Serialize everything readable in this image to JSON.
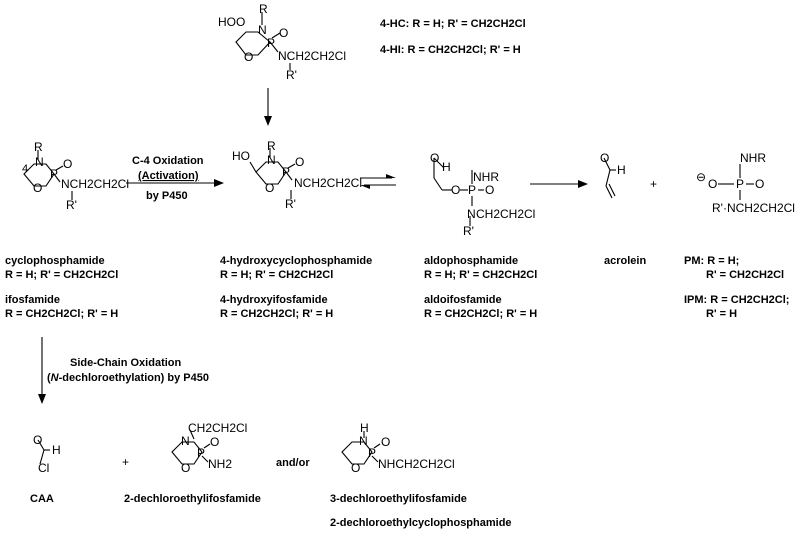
{
  "top_compound": {
    "hydroperoxy": "HOO",
    "n_sub": "R",
    "n_ring": "N",
    "p_ring": "P",
    "p_oxo": "O",
    "o_ring": "O",
    "amine": "NCH2CH2Cl",
    "amine_sub": "R'",
    "legend_4hc": "4-HC:  R = H; R' = CH2CH2Cl",
    "legend_4hi": "4-HI:  R = CH2CH2Cl; R' = H"
  },
  "cyclophosphamide": {
    "ring_n_sub": "R",
    "ring_n": "N",
    "position": "4",
    "p": "P",
    "p_oxo": "O",
    "o_ring": "O",
    "amine": "NCH2CH2Cl",
    "amine_sub": "R'",
    "name1": "cyclophosphamide",
    "sub1": "R = H; R' = CH2CH2Cl",
    "name2": "ifosfamide",
    "sub2": "R = CH2CH2Cl; R' = H"
  },
  "activation_arrow": {
    "line1": "C-4 Oxidation",
    "line2": "(Activation)",
    "line3": "by P450"
  },
  "hydroxy": {
    "ho": "HO",
    "ring_n_sub": "R",
    "ring_n": "N",
    "p": "P",
    "p_oxo": "O",
    "o_ring": "O",
    "amine": "NCH2CH2Cl",
    "amine_sub": "R'",
    "name1": "4-hydroxycyclophosphamide",
    "sub1": "R = H; R' = CH2CH2Cl",
    "name2": "4-hydroxyifosfamide",
    "sub2": "R = CH2CH2Cl; R' = H"
  },
  "aldo": {
    "aldehyde_o": "O",
    "aldehyde_h": "H",
    "nhr": "NHR",
    "ester_o": "O",
    "p": "P",
    "p_oxo": "O",
    "amine": "N",
    "amine_chain": "CH2CH2Cl",
    "amine_sub": "R'",
    "name1": "aldophosphamide",
    "sub1": "R = H; R' = CH2CH2Cl",
    "name2": "aldoifosfamide",
    "sub2": "R = CH2CH2Cl; R' = H"
  },
  "acrolein": {
    "o": "O",
    "h": "H",
    "name": "acrolein"
  },
  "plus1": "+",
  "pm": {
    "charge": "⊖",
    "o_minus": "O",
    "p": "P",
    "p_oxo": "O",
    "nhr": "NHR",
    "amine": "R'·NCH2CH2Cl",
    "pm_line1": "PM: R = H;",
    "pm_line2": "R' = CH2CH2Cl",
    "ipm_line1": "IPM: R = CH2CH2Cl;",
    "ipm_line2": "R' = H"
  },
  "sidechain_arrow": {
    "line1": "Side-Chain Oxidation",
    "line2_open": "(",
    "line2_italic": "N",
    "line2_rest": "-dechloroethylation) by P450"
  },
  "caa": {
    "o": "O",
    "h": "H",
    "cl": "Cl",
    "name": "CAA"
  },
  "plus2": "+",
  "dce2": {
    "n_chain": "CH2CH2Cl",
    "ring_n": "N",
    "p": "P",
    "p_oxo": "O",
    "o_ring": "O",
    "nh2": "NH2",
    "name": "2-dechloroethylifosfamide"
  },
  "andor": "and/or",
  "dce3": {
    "h": "H",
    "ring_n": "N",
    "p": "P",
    "p_oxo": "O",
    "o_ring": "O",
    "amine": "NHCH2CH2Cl",
    "name1": "3-dechloroethylifosfamide",
    "name2": "2-dechloroethylcyclophosphamide"
  }
}
